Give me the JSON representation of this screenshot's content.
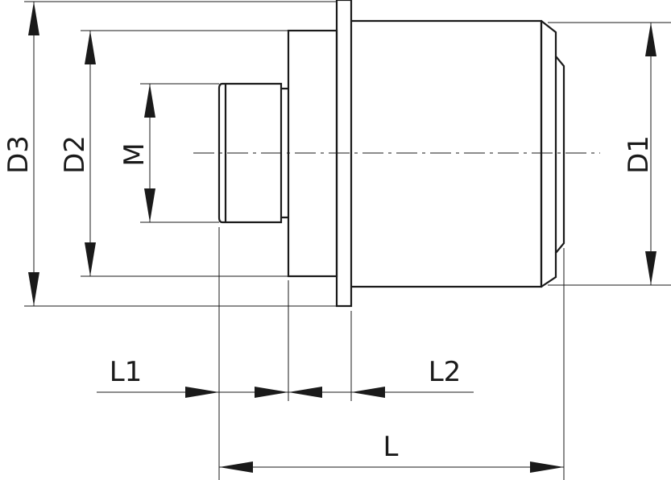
{
  "diagram": {
    "labels": {
      "d3": "D3",
      "d2": "D2",
      "m": "M",
      "d1": "D1",
      "l1": "L1",
      "l2": "L2",
      "l": "L"
    },
    "colors": {
      "line": "#1a1a1a",
      "background": "#ffffff"
    }
  }
}
